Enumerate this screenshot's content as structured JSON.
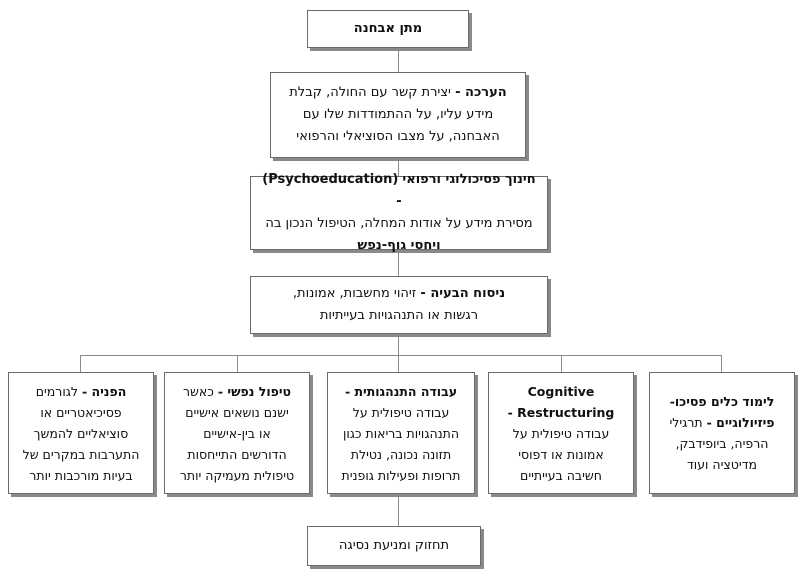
{
  "diagnosis": "מתן אבחנה",
  "assessment": {
    "title": "הערכה -",
    "line1": "יצירת קשר עם החולה, קבלת",
    "line2": "מידע עליו, על ההתמודדות שלו עם",
    "line3": "האבחנה, על מצבו הסוציאלי והרפואי"
  },
  "psychoeducation": {
    "title": "חינוך פסיכולוגי ורפואי",
    "title_en": "(Psychoeducation) -",
    "line2": "מסירת מידע על אודות המחלה, הטיפול הנכון בה",
    "line3": "ויחסי גוף-נפש"
  },
  "problem": {
    "title": "ניסוח הבעיה -",
    "line1": "זיהוי מחשבות, אמונות,",
    "line2": "רגשות או התנהגויות בעייתיות"
  },
  "referral": {
    "title": "הפניה -",
    "line1": "לגורמים",
    "line2": "פסיכיאטריים או",
    "line3": "סוציאליים להמשך",
    "line4": "התערבות במקרים של",
    "line5": "בעיות מורכבות יותר"
  },
  "psychotherapy": {
    "title": "טיפול נפשי -",
    "line1": "כאשר",
    "line2": "ישנם נושאים אישיים",
    "line3": "או בין-אישיים",
    "line4": "הדורשים התייחסות",
    "line5": "טיפולית מעמיקה יותר"
  },
  "behavioral": {
    "title": "עבודה התנהגותית -",
    "line2": "עבודה טיפולית על",
    "line3": "התנהגויות בריאות כגון",
    "line4": "תזונה נכונה, נטילת",
    "line5": "תרופות ופעילות גופנית"
  },
  "cognitive": {
    "title_en1": "Cognitive",
    "title_en2": "- Restructuring",
    "line3": "עבודה טיפולית על",
    "line4": "אמונות או דפוסי",
    "line5": "חשיבה בעייתיים"
  },
  "tools": {
    "title1": "לימוד כלים פסיכו-",
    "title2": "פיזיולוגיים -",
    "line2b": "תרגילי",
    "line3": "הרפיה, ביופידבק,",
    "line4": "מדיטציה ועוד"
  },
  "maintenance": "תחזוק ומניעת נסיגה"
}
